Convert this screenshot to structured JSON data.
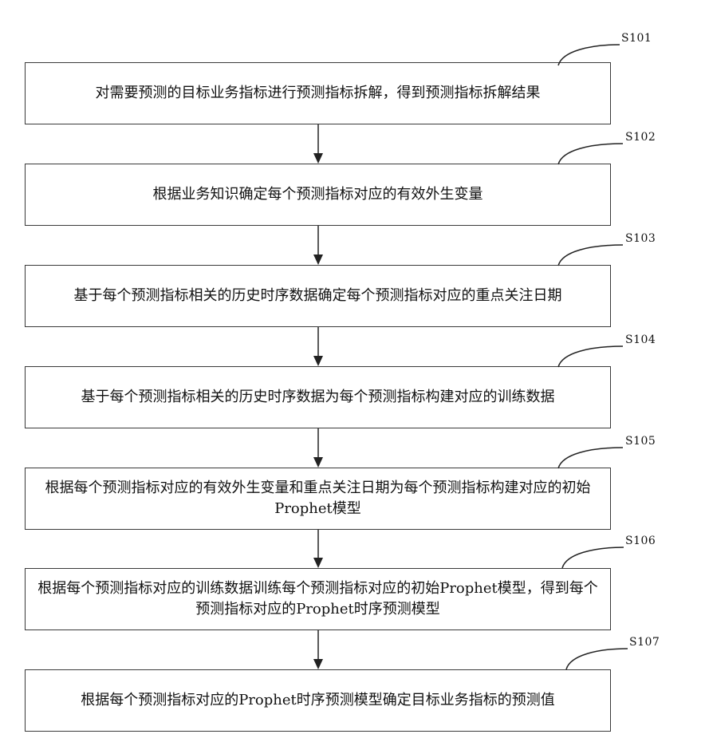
{
  "steps": [
    {
      "id": "S101",
      "text": "对需要预测的目标业务指标进行预测指标拆解，得到预测指标拆解结果"
    },
    {
      "id": "S102",
      "text": "根据业务知识确定每个预测指标对应的有效外生变量"
    },
    {
      "id": "S103",
      "text": "基于每个预测指标相关的历史时序数据确定每个预测指标对应的重点关注日期"
    },
    {
      "id": "S104",
      "text": "基于每个预测指标相关的历史时序数据为每个预测指标构建对应的训练数据"
    },
    {
      "id": "S105",
      "text": "根据每个预测指标对应的有效外生变量和重点关注日期为每个预测指标构建对应的初始Prophet模型"
    },
    {
      "id": "S106",
      "text": "根据每个预测指标对应的训练数据训练每个预测指标对应的初始Prophet模型，得到每个预测指标对应的Prophet时序预测模型"
    },
    {
      "id": "S107",
      "text": "根据每个预测指标对应的Prophet时序预测模型确定目标业务指标的预测值"
    }
  ],
  "colors": {
    "line": "#222222",
    "box_border": "#3a3a3a",
    "text": "#111111"
  }
}
